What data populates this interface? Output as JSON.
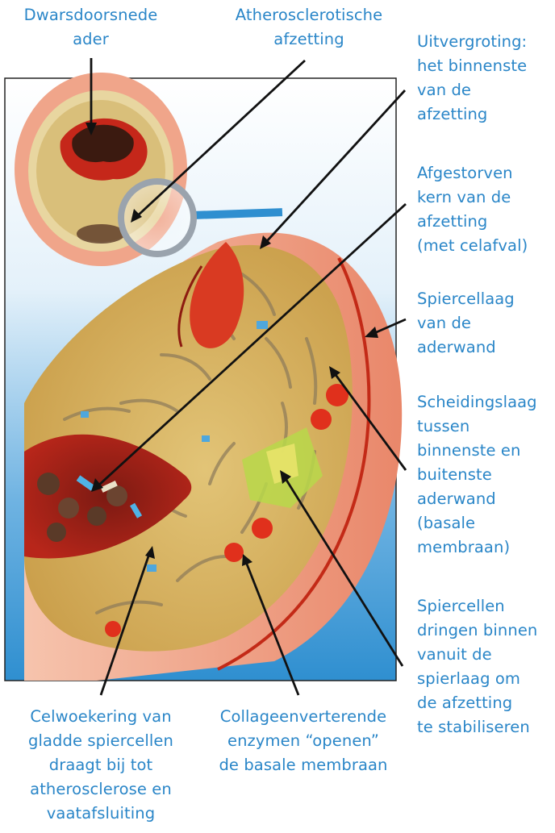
{
  "labels": {
    "cross_section": "Dwarsdoorsnede\nader",
    "plaque": "Atherosclerotische\nafzetting",
    "magnification": "Uitvergroting:\nhet binnenste\nvan de\nafzetting",
    "necrotic_core": "Afgestorven\nkern van de\nafzetting\n(met celafval)",
    "muscle_layer": "Spiercellaag\nvan de\naderwand",
    "basal_membrane": "Scheidingslaag\ntussen\nbinnenste en\nbuitenste\naderwand\n(basale\nmembraan)",
    "muscle_cells_invade": "Spiercellen\ndringen binnen\nvanuit de\nspierlaag om\nde afzetting\nte stabiliseren",
    "proliferation": "Celwoekering van\ngladde spiercellen\ndraagt bij tot\natherosclerose en\nvaatafsluiting",
    "enzymes": "Collageenverterende\nenzymen “openen”\nde basale membraan"
  },
  "colors": {
    "label_text": "#2a86c8",
    "pointer": "#111111",
    "plaque_tissue": "#d7b25c",
    "vessel_wall": "#f0a58a",
    "background_gradient_top": "#ffffff",
    "background_gradient_bottom": "#2f8fd0"
  }
}
